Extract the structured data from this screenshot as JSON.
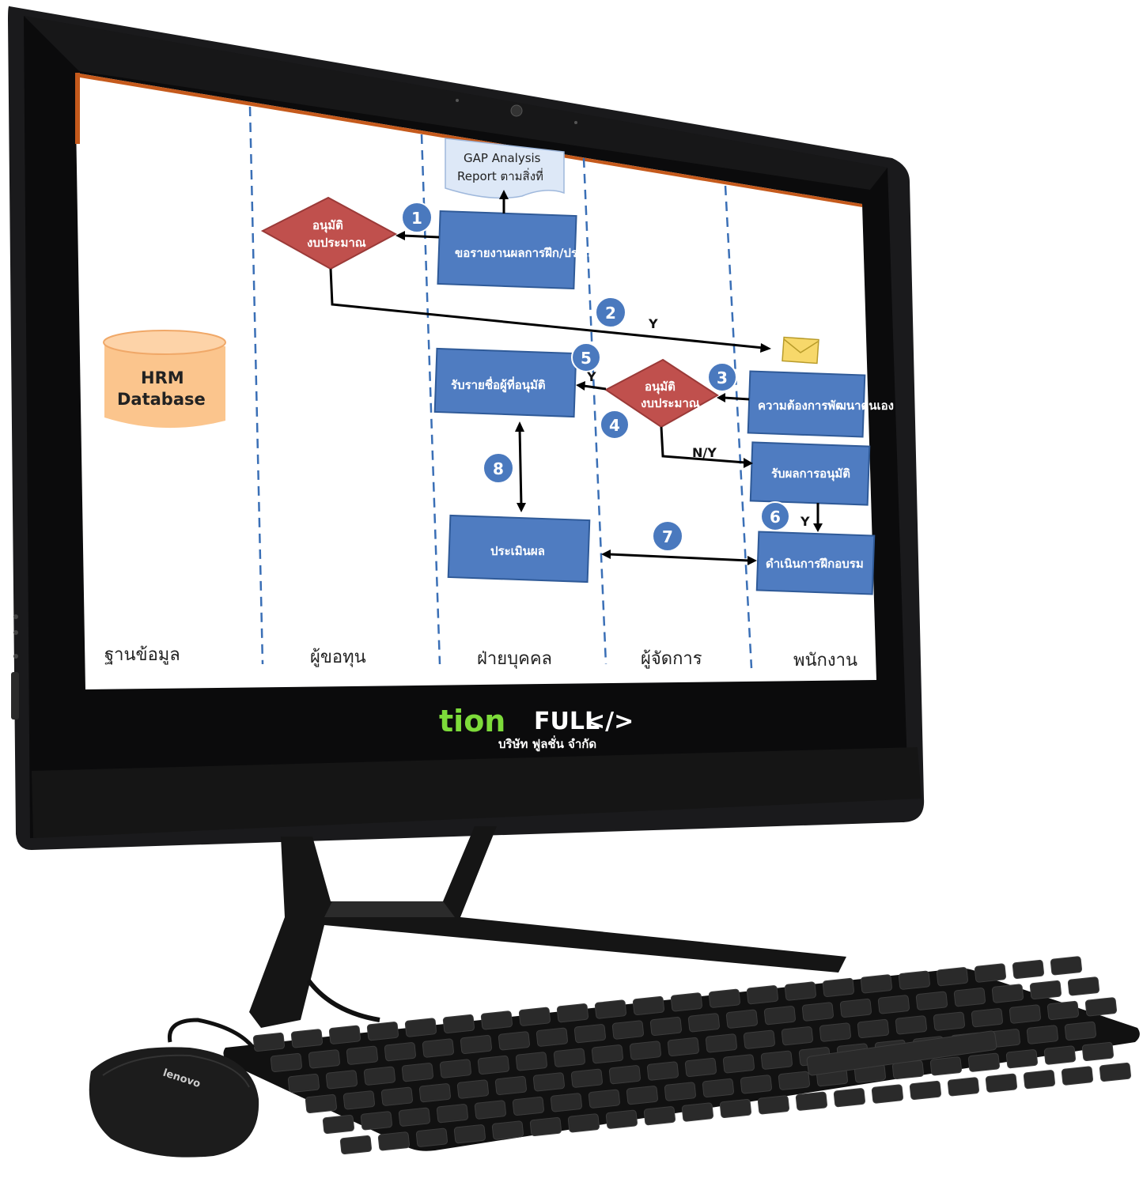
{
  "flowchart": {
    "lanes": [
      "ฐานข้อมูล",
      "ผู้ขอทุน",
      "ฝ่ายบุคคล",
      "ผู้จัดการ",
      "พนักงาน"
    ],
    "database_label_line1": "HRM",
    "database_label_line2": "Database",
    "report_line1": "GAP Analysis",
    "report_line2": "Report ตามสิ่งที่",
    "box_needs": "ขอรายงานผลการฝึก/ประเมิน",
    "box_request": "ความต้องการพัฒนาตนเอง",
    "box_collect": "รับรายชื่อผู้ที่อนุมัติ",
    "box_approve_emp": "รับผลการอนุมัติ",
    "box_training": "ดำเนินการฝึกอบรม",
    "box_evaluate": "ประเมินผล",
    "diamond_top_line1": "อนุมัติ",
    "diamond_top_line2": "งบประมาณ",
    "diamond_mid_line1": "อนุมัติ",
    "diamond_mid_line2": "งบประมาณ",
    "step_numbers": [
      "1",
      "2",
      "3",
      "4",
      "5",
      "6",
      "7",
      "8"
    ],
    "label_y": "Y",
    "label_ny": "N/Y",
    "label_y2": "Y",
    "label_y3": "Y"
  },
  "brand": {
    "name_part1": "FULL",
    "name_part2": "tion",
    "tagline": "บริษัท ฟูลชั่น จำกัด"
  },
  "mouse": {
    "brand": "lenovo"
  },
  "colors": {
    "lane_line": "#3a6fb6",
    "process_box": "#4f7cc1",
    "decision": "#c0504d",
    "database": "#fbc58d",
    "brand_green": "#7ddb3a"
  },
  "icons": [
    "envelope-icon",
    "database-icon",
    "document-icon"
  ]
}
